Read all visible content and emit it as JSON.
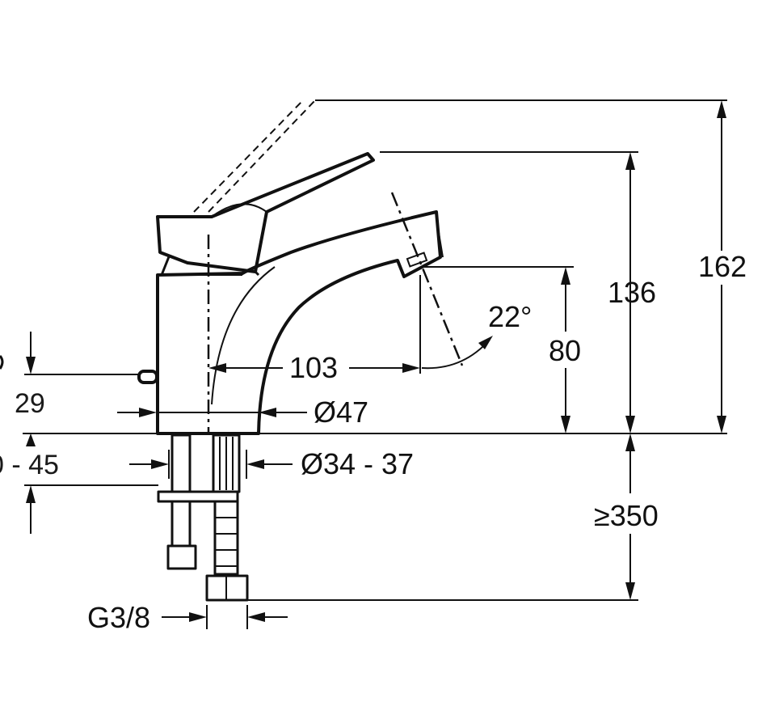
{
  "drawing": {
    "dimensions": {
      "total_height": "162",
      "lever_height": "136",
      "spout_height": "80",
      "spout_angle": "22°",
      "spout_reach": "103",
      "body_diameter": "Ø47",
      "hole_diameter": "Ø34 - 37",
      "inlet_thread": "G3/8",
      "hose_length": "≥350",
      "button_height": "29",
      "deck_thickness": "0 - 45"
    }
  }
}
